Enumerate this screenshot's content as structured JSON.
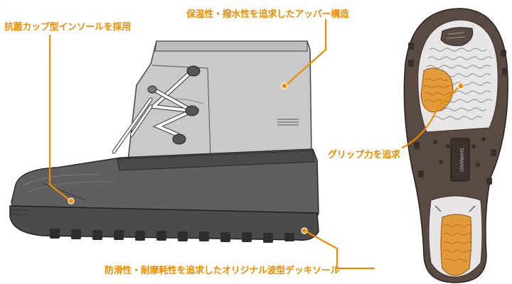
{
  "annotations": {
    "insole": "抗菌カップ型インソールを採用",
    "upper": "保温性・撥水性を追求したアッパー構造",
    "grip": "グリップ力を追求",
    "tread": "防滑性・耐摩耗性を追求したオリジナル波型デッキソール"
  },
  "sole_logo": "SHIMANO",
  "colors": {
    "accent": "#f08c00",
    "upper_gray": "#c8c8c8",
    "rubber_dark": "#555555",
    "sole_orange": "#e39a3a",
    "sole_brown": "#5a4a44"
  }
}
